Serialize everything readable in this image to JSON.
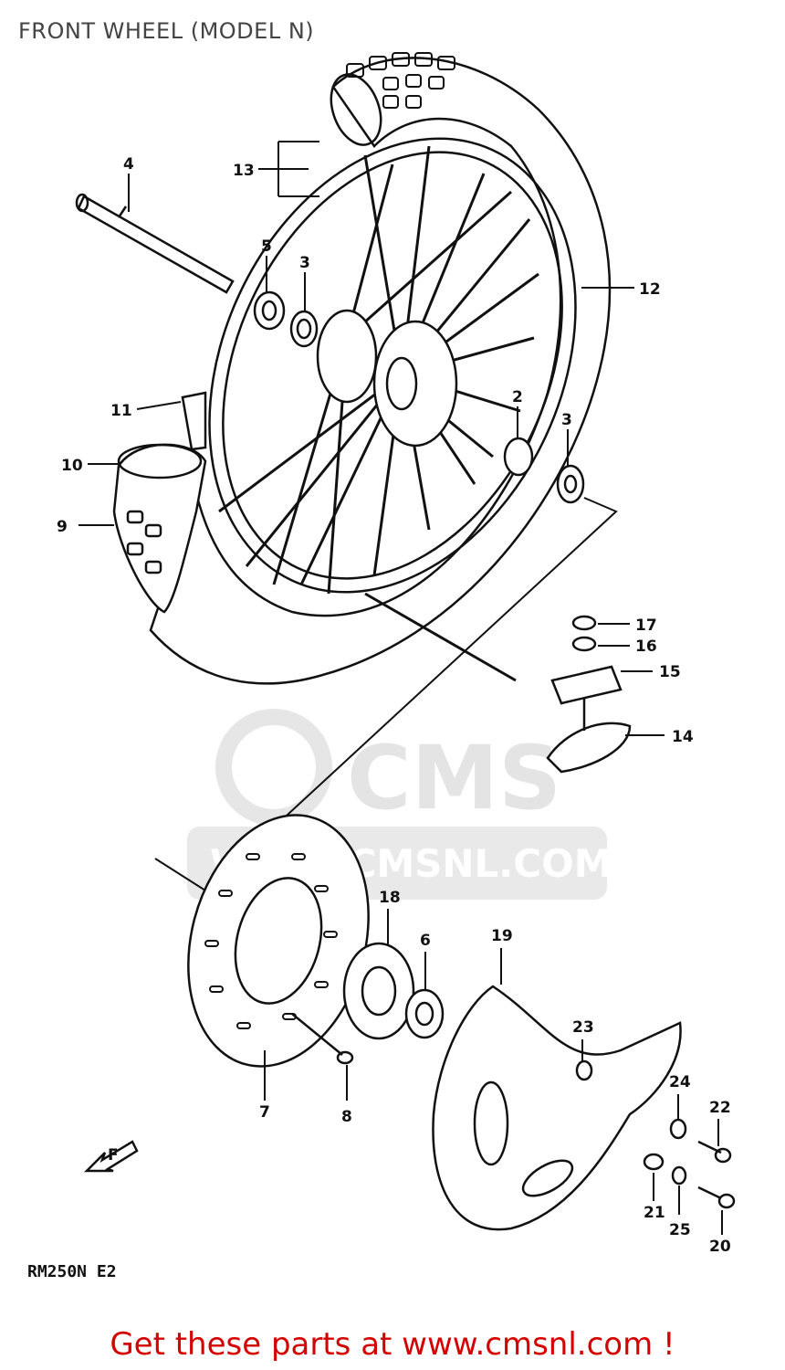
{
  "title": "FRONT WHEEL (MODEL N)",
  "model_code": "RM250N E2",
  "footer": "Get these parts at www.cmsnl.com !",
  "watermark": {
    "brand": "CMS",
    "url": "WWW.CMSNL.COM"
  },
  "front_arrow_label": "F",
  "colors": {
    "footer": "#d40000",
    "title": "#444444",
    "line": "#111111",
    "watermark": "#e6e6e6"
  },
  "callouts": {
    "c1": "4",
    "c2": "13",
    "c3": "5",
    "c4": "3",
    "c5": "12",
    "c6": "11",
    "c7": "10",
    "c8": "9",
    "c9": "2",
    "c10": "3",
    "c11": "17",
    "c12": "16",
    "c13": "15",
    "c14": "14",
    "c15": "18",
    "c16": "6",
    "c17": "19",
    "c18": "23",
    "c19": "24",
    "c20": "22",
    "c21": "21",
    "c22": "25",
    "c23": "20",
    "c24": "7",
    "c25": "8"
  }
}
